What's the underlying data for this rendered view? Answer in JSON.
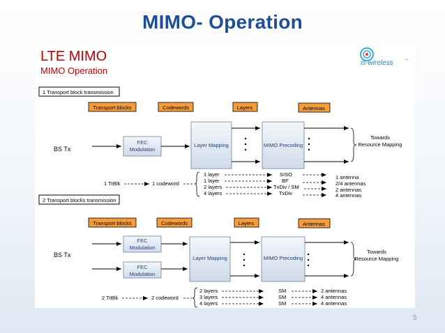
{
  "slide": {
    "title": "MIMO- Operation",
    "page_number": "5"
  },
  "panel": {
    "heading": "LTE MIMO",
    "subheading": "MIMO Operation",
    "logo_text": "is-wireless",
    "logo_mark": "™"
  },
  "section1": {
    "label": "1 Transport block transmission",
    "headers": [
      "Transport blocks",
      "Codewords",
      "Layers",
      "Antennas"
    ],
    "source": "BS Tx",
    "fec_lines": [
      "FEC",
      "Modulation"
    ],
    "layer_mapping": "Layer Mapping",
    "mimo_precoding": "MIMO Precoding",
    "towards": [
      "Towards",
      "Resource Mapping"
    ],
    "trblk": "1 TrBlk",
    "codeword": "1 codeword",
    "layers": [
      "1 layer",
      "1 layer",
      "2 layers",
      "4 layers"
    ],
    "modes": [
      "SISO",
      "BF",
      "TxDiv / SM",
      "TxDiv"
    ],
    "antennas": [
      "1 antenna",
      "2/4 antennas",
      "2 antennas",
      "4 antennas"
    ]
  },
  "section2": {
    "label": "2 Transport blocks transmission",
    "headers": [
      "Transport blocks",
      "Codewords",
      "Layers",
      "Antennas"
    ],
    "source": "BS Tx",
    "fec_lines": [
      "FEC",
      "Modulation"
    ],
    "layer_mapping": "Layer Mapping",
    "mimo_precoding": "MIMO Precoding",
    "towards": [
      "Towards",
      "Resource Mapping"
    ],
    "trblk": "2 TrBlk",
    "codeword": "2 codeword",
    "layers": [
      "2 layers",
      "3 layers",
      "4 layers"
    ],
    "modes": [
      "SM",
      "SM",
      "SM"
    ],
    "antennas": [
      "2 antennas",
      "4 antennas",
      "4 antennas"
    ]
  },
  "colors": {
    "title": "#1f4e96",
    "header_box": "#f59d3d",
    "block_fill": "#dce6f2",
    "block_stroke": "#6b7f99",
    "panel_heading": "#c00000",
    "panel_subheading": "#c00000"
  }
}
